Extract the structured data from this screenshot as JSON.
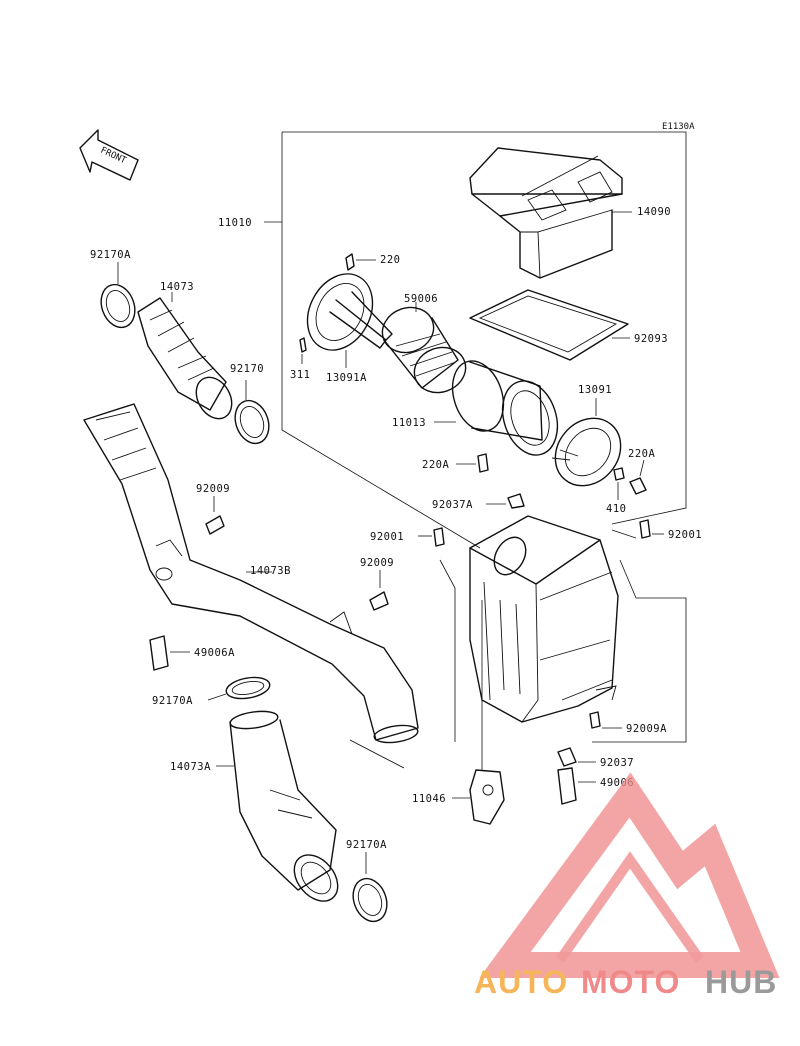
{
  "diagram": {
    "code": "E1130A",
    "front_label": "FRONT",
    "labels": {
      "l11010": "11010",
      "l14090": "14090",
      "l220": "220",
      "l59006": "59006",
      "l92093": "92093",
      "l311": "311",
      "l13091A": "13091A",
      "l11013": "11013",
      "l13091": "13091",
      "l220A_left": "220A",
      "l220A_right": "220A",
      "l92037A": "92037A",
      "l410": "410",
      "l92001_left": "92001",
      "l92001_right": "92001",
      "l92170A_top": "92170A",
      "l14073": "14073",
      "l92170": "92170",
      "l92009_upper": "92009",
      "l14073B": "14073B",
      "l92009_lower": "92009",
      "l49006A": "49006A",
      "l92170A_mid": "92170A",
      "l14073A": "14073A",
      "l92170A_bottom": "92170A",
      "l92009A": "92009A",
      "l92037": "92037",
      "l49006": "49006",
      "l11046": "11046"
    }
  },
  "watermark": {
    "part1": "AUTO",
    "part2": "MOTO",
    "part3": "HUB",
    "color1": "#f7b55a",
    "color2": "#f08a8a",
    "color3": "#9a9a9a",
    "triangle_color": "#f08a8a"
  }
}
